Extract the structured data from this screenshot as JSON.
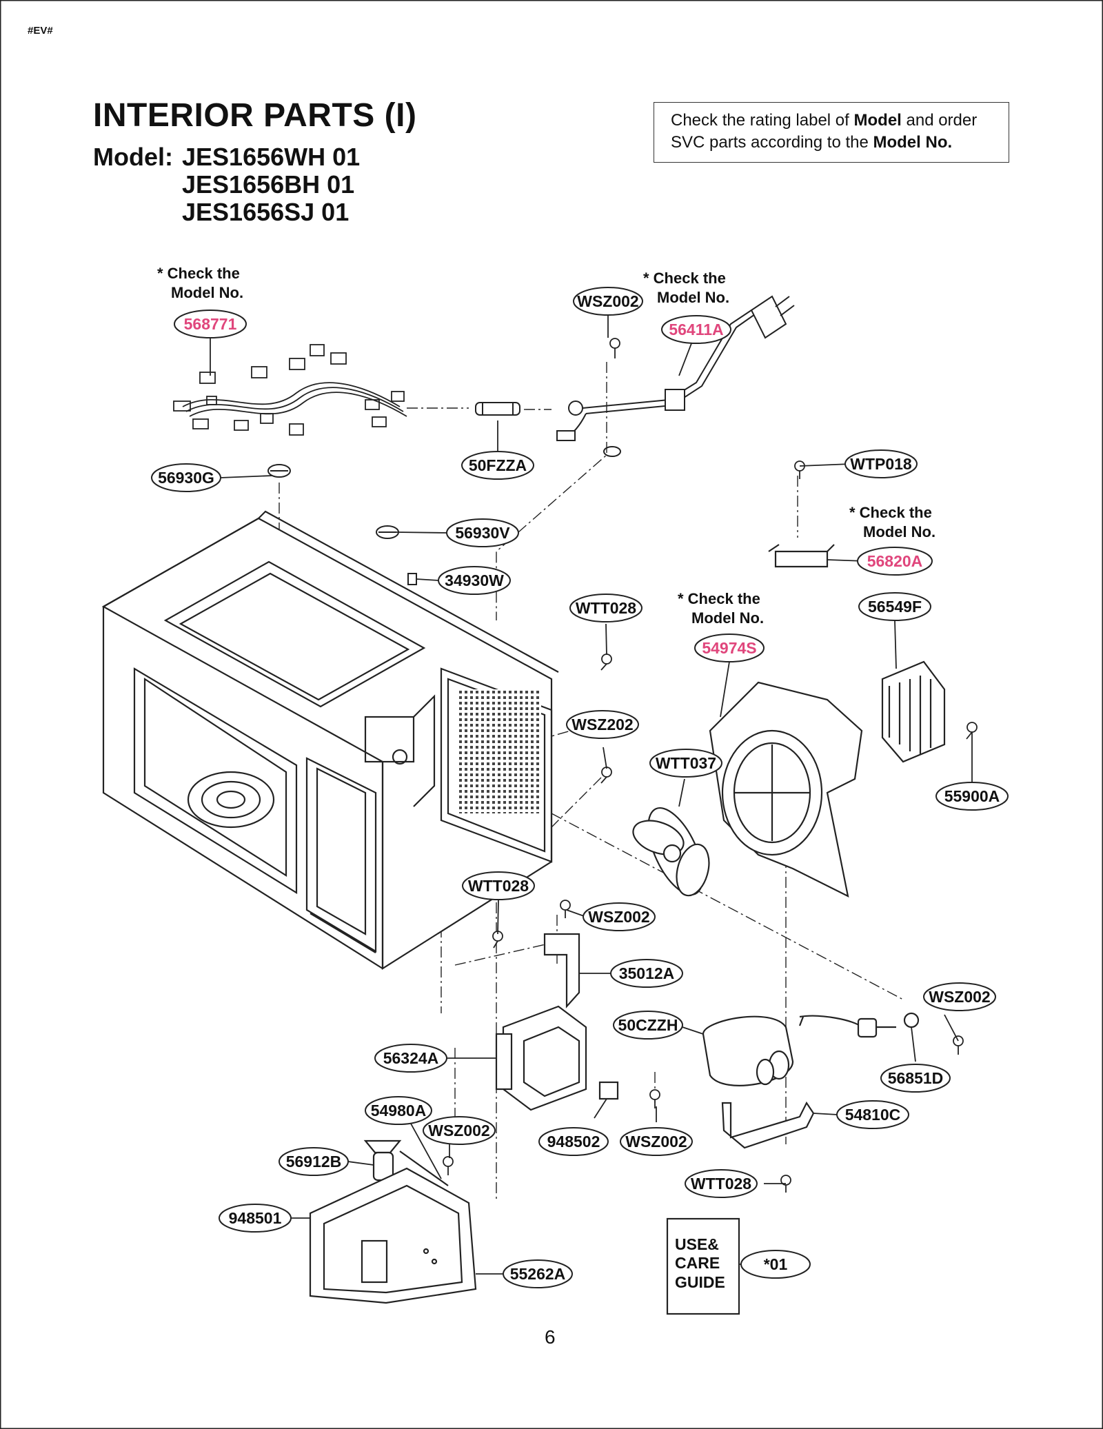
{
  "page": {
    "corner_code": "#EV#",
    "title": "INTERIOR PARTS (I)",
    "model_label": "Model:",
    "models": [
      "JES1656WH 01",
      "JES1656BH 01",
      "JES1656SJ 01"
    ],
    "notice": {
      "t1": "Check the rating label of ",
      "b1": "Model",
      "t2": " and order SVC parts according to the ",
      "b2": "Model No."
    },
    "page_number": "6"
  },
  "colors": {
    "highlight_part": "#e0467c",
    "ink": "#111111"
  },
  "check_notes": [
    {
      "line1": "* Check the",
      "line2": "Model No."
    },
    {
      "line1": "* Check the",
      "line2": "Model No."
    },
    {
      "line1": "* Check the",
      "line2": "Model No."
    },
    {
      "line1": "* Check the",
      "line2": "Model No."
    }
  ],
  "parts": [
    {
      "code": "568771",
      "highlight": true
    },
    {
      "code": "WSZ002",
      "highlight": false
    },
    {
      "code": "56411A",
      "highlight": true
    },
    {
      "code": "50FZZA",
      "highlight": false
    },
    {
      "code": "56930G",
      "highlight": false
    },
    {
      "code": "WTP018",
      "highlight": false
    },
    {
      "code": "56930V",
      "highlight": false
    },
    {
      "code": "56820A",
      "highlight": true
    },
    {
      "code": "34930W",
      "highlight": false
    },
    {
      "code": "WTT028",
      "highlight": false
    },
    {
      "code": "54974S",
      "highlight": true
    },
    {
      "code": "56549F",
      "highlight": false
    },
    {
      "code": "WSZ202",
      "highlight": false
    },
    {
      "code": "55900A",
      "highlight": false
    },
    {
      "code": "WTT037",
      "highlight": false
    },
    {
      "code": "WTT028",
      "highlight": false
    },
    {
      "code": "WSZ002",
      "highlight": false
    },
    {
      "code": "35012A",
      "highlight": false
    },
    {
      "code": "WSZ002",
      "highlight": false
    },
    {
      "code": "50CZZH",
      "highlight": false
    },
    {
      "code": "56324A",
      "highlight": false
    },
    {
      "code": "56851D",
      "highlight": false
    },
    {
      "code": "54980A",
      "highlight": false
    },
    {
      "code": "WSZ002",
      "highlight": false
    },
    {
      "code": "54810C",
      "highlight": false
    },
    {
      "code": "948502",
      "highlight": false
    },
    {
      "code": "WSZ002",
      "highlight": false
    },
    {
      "code": "56912B",
      "highlight": false
    },
    {
      "code": "WTT028",
      "highlight": false
    },
    {
      "code": "948501",
      "highlight": false
    },
    {
      "code": "55262A",
      "highlight": false
    },
    {
      "code": "*01",
      "highlight": false
    }
  ],
  "manual": {
    "line1": "USE&",
    "line2": "CARE",
    "line3": "GUIDE"
  }
}
